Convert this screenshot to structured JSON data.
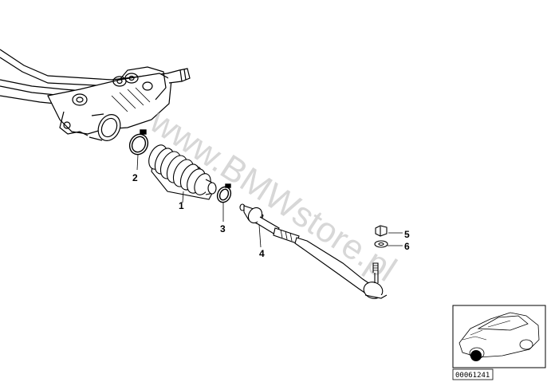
{
  "watermark": "www.BMWstore.pl",
  "reference_code": "00061241",
  "callouts": [
    {
      "id": "1",
      "label": "1"
    },
    {
      "id": "2",
      "label": "2"
    },
    {
      "id": "3",
      "label": "3"
    },
    {
      "id": "4",
      "label": "4"
    },
    {
      "id": "5",
      "label": "5"
    },
    {
      "id": "6",
      "label": "6"
    }
  ]
}
